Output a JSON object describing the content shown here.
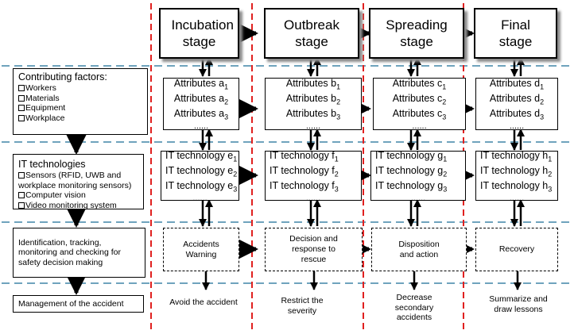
{
  "stages": [
    "Incubation stage",
    "Outbreak stage",
    "Spreading stage",
    "Final stage"
  ],
  "attributes": [
    {
      "letter": "a",
      "items": [
        "Attributes a1",
        "Attributes a2",
        "Attributes a3"
      ]
    },
    {
      "letter": "b",
      "items": [
        "Attributes b1",
        "Attributes b2",
        "Attributes b3"
      ]
    },
    {
      "letter": "c",
      "items": [
        "Attributes c1",
        "Attributes c2",
        "Attributes c3"
      ]
    },
    {
      "letter": "d",
      "items": [
        "Attributes d1",
        "Attributes d2",
        "Attributes d3"
      ]
    }
  ],
  "it_technologies": [
    {
      "letter": "e",
      "items": [
        "IT technology e1",
        "IT technology e2",
        "IT technology e3"
      ]
    },
    {
      "letter": "f",
      "items": [
        "IT technology f1",
        "IT technology f2",
        "IT technology f3"
      ]
    },
    {
      "letter": "g",
      "items": [
        "IT technology g1",
        "IT technology g2",
        "IT technology g3"
      ]
    },
    {
      "letter": "h",
      "items": [
        "IT technology h1",
        "IT technology h2",
        "IT technology h3"
      ]
    }
  ],
  "ellipsis": "......",
  "responses": [
    "Accidents Warning",
    "Decision and response to rescue",
    "Disposition and action",
    "Recovery"
  ],
  "outcomes": [
    "Avoid the accident",
    "Restrict the severity",
    "Decrease secondary accidents",
    "Summarize and draw lessons"
  ],
  "left": {
    "factors_title": "Contributing factors:",
    "factors": [
      "Workers",
      "Materials",
      "Equipment",
      "Workplace"
    ],
    "it_title": "IT technologies",
    "it_items": [
      "Sensors (RFID, UWB and workplace monitoring sensors)",
      "Computer vision",
      "Video monitoring system"
    ],
    "identification": "Identification, tracking, monitoring and checking for safety decision making",
    "management": "Management of the accident"
  },
  "colors": {
    "stage_divider": "#e0201f",
    "row_divider": "#6fa3bd",
    "arrow": "#000000"
  }
}
